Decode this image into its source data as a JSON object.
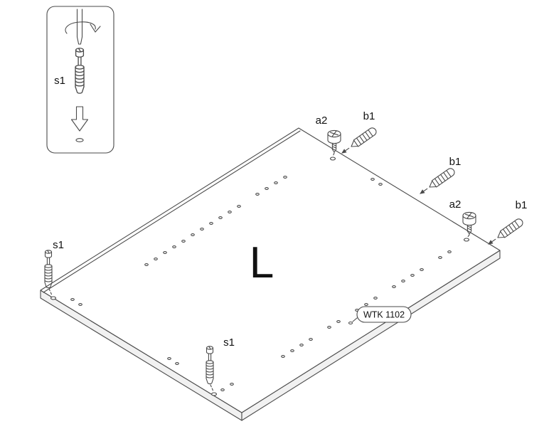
{
  "diagram": {
    "inset": {
      "label": "s1"
    },
    "labels": {
      "a2": "a2",
      "b1": "b1",
      "s1": "s1"
    },
    "panel": {
      "letter": "L",
      "code": "WTK 1102"
    },
    "colors": {
      "ink": "#4a4a4a",
      "background": "#ffffff"
    }
  }
}
